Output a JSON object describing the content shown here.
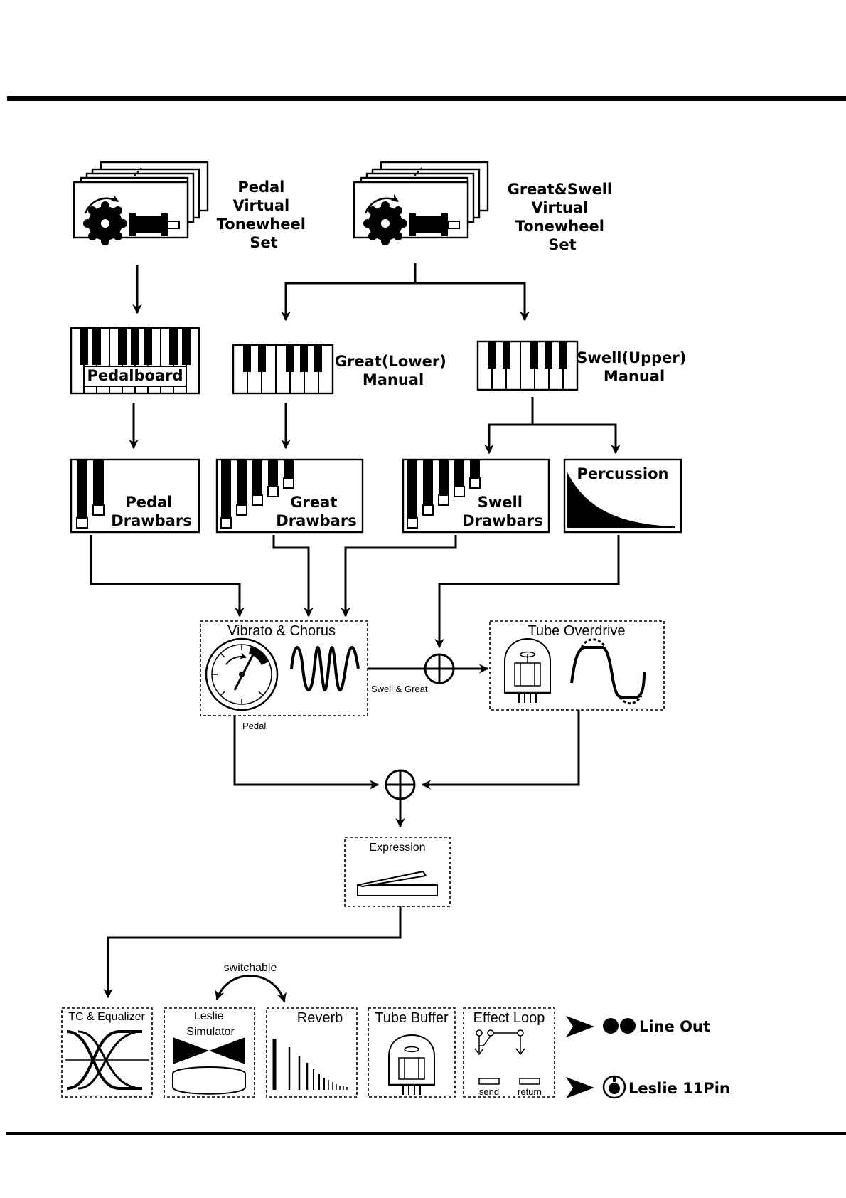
{
  "sources": {
    "pedal_tonewheel": [
      "Pedal",
      "Virtual",
      "Tonewheel",
      "Set"
    ],
    "gs_tonewheel": [
      "Great&Swell",
      "Virtual",
      "Tonewheel",
      "Set"
    ]
  },
  "keyboards": {
    "pedalboard": "Pedalboard",
    "great_manual": [
      "Great(Lower)",
      "Manual"
    ],
    "swell_manual": [
      "Swell(Upper)",
      "Manual"
    ]
  },
  "drawbars": {
    "pedal": [
      "Pedal",
      "Drawbars"
    ],
    "great": [
      "Great",
      "Drawbars"
    ],
    "swell": [
      "Swell",
      "Drawbars"
    ],
    "percussion": "Percussion"
  },
  "effects": {
    "vibrato": "Vibrato & Chorus",
    "swell_great_note": "Swell & Great",
    "pedal_note": "Pedal",
    "overdrive": "Tube Overdrive",
    "expression": "Expression"
  },
  "output_chain": {
    "switchable": "switchable",
    "tc_eq": "TC & Equalizer",
    "leslie": [
      "Leslie",
      "Simulator"
    ],
    "reverb": "Reverb",
    "tube_buffer": "Tube Buffer",
    "effect_loop": "Effect Loop",
    "send": "send",
    "return": "return"
  },
  "outputs": {
    "line_out": "Line Out",
    "leslie_11pin": "Leslie 11Pin"
  }
}
